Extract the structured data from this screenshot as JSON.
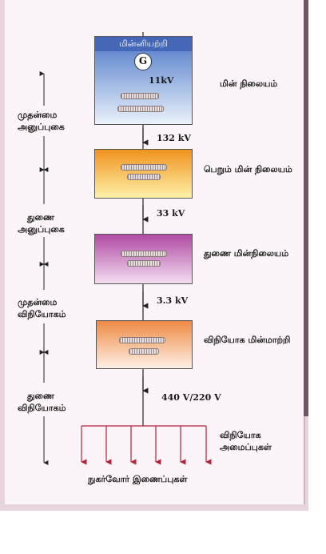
{
  "stages": {
    "generator": {
      "title": "மின்னியற்றி",
      "symbol": "G",
      "voltage": "11kV",
      "label": "மின் நிலையம்"
    },
    "substation_132": {
      "voltage": "132 kV",
      "label": "பெறும் மின் நிலையம்"
    },
    "substation_33": {
      "voltage": "33 kV",
      "label": "துணை மின்நிலையம்"
    },
    "distribution_tx": {
      "voltage": "3.3 kV",
      "label": "விநியோக மின்மாற்றி"
    },
    "distribution_lines": {
      "voltage": "440 V/220 V",
      "label_line1": "விநியோக",
      "label_line2": "அமைப்புகள்"
    }
  },
  "sections": [
    {
      "line1": "முதன்மை",
      "line2": "அனுப்புகை"
    },
    {
      "line1": "துணை",
      "line2": "அனுப்புகை"
    },
    {
      "line1": "முதன்மை",
      "line2": "விநியோகம்"
    },
    {
      "line1": "துணை",
      "line2": "விநியோகம்"
    }
  ],
  "consumers_label": "நுகர்வோர் இணைப்புகள்",
  "colors": {
    "generator_top": "#4b77c8",
    "generator_bottom": "#eaf2fb",
    "step_up_top": "#f0931f",
    "step_up_bottom": "#fff1a8",
    "substation_top": "#b04aa4",
    "substation_bottom": "#f4ddf0",
    "distribution_top": "#ee8a44",
    "distribution_bottom": "#fff0e6",
    "consumer_arrows": "#b3213b"
  }
}
